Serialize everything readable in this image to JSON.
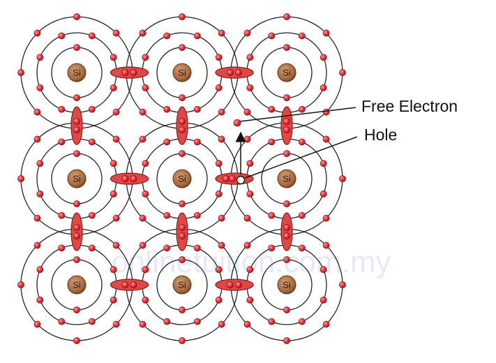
{
  "nucleus_label": "Si",
  "labels": {
    "free_electron": "Free Electron",
    "hole": "Hole"
  },
  "watermark": "onlinetuition.com.my",
  "colors": {
    "electron": "#e8323a",
    "bond": "#e04848",
    "nucleus": "#a86a3e",
    "orbit": "#222222",
    "arrow": "#111111"
  }
}
